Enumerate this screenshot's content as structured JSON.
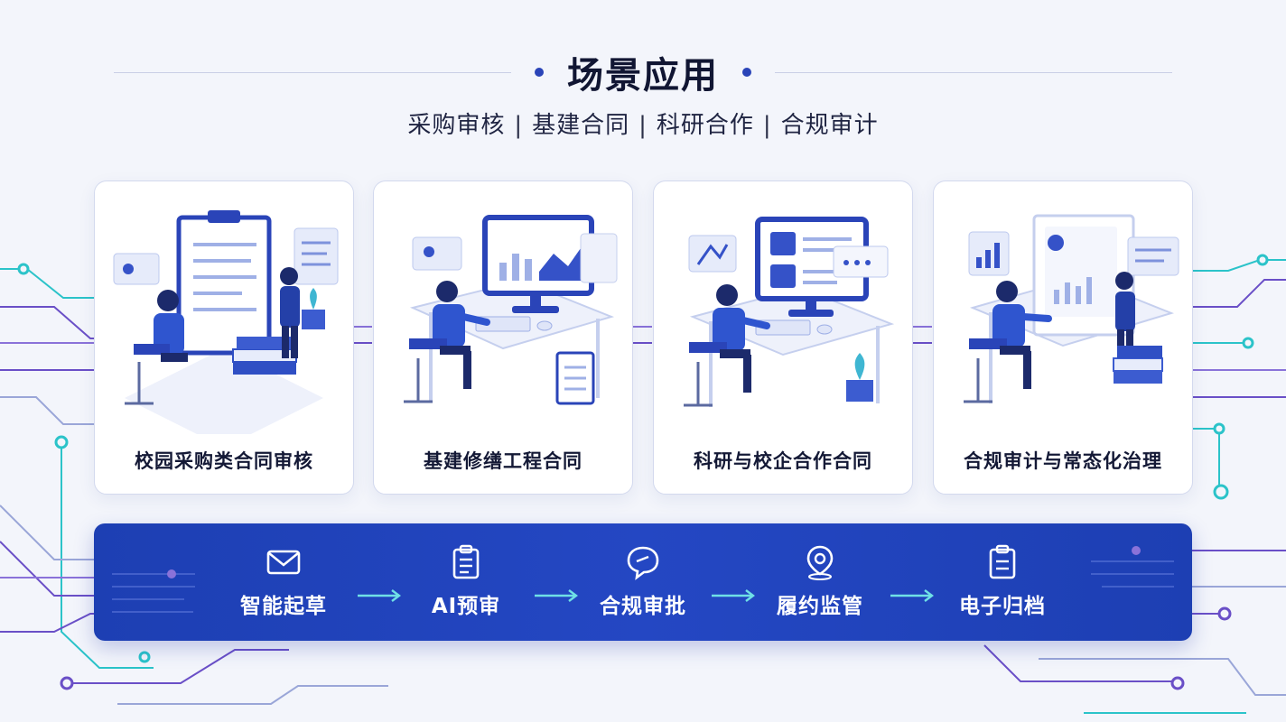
{
  "header": {
    "title": "场景应用",
    "subtitle_parts": [
      "采购审核",
      "基建合同",
      "科研合作",
      "合规审计"
    ],
    "separator": "|"
  },
  "cards": [
    {
      "label": "校园采购类合同审核",
      "icon": "procurement-review-illustration"
    },
    {
      "label": "基建修缮工程合同",
      "icon": "construction-contract-illustration"
    },
    {
      "label": "科研与校企合作合同",
      "icon": "research-cooperation-illustration"
    },
    {
      "label": "合规审计与常态化治理",
      "icon": "compliance-audit-illustration"
    }
  ],
  "flow": {
    "steps": [
      {
        "label": "智能起草",
        "icon": "envelope-icon"
      },
      {
        "label": "AI预审",
        "icon": "clipboard-list-icon"
      },
      {
        "label": "合规审批",
        "icon": "chat-check-icon"
      },
      {
        "label": "履约监管",
        "icon": "location-pin-icon"
      },
      {
        "label": "电子归档",
        "icon": "document-archive-icon"
      }
    ],
    "arrow_icon": "arrow-right-icon"
  },
  "colors": {
    "primary": "#2447c3",
    "accent_cyan": "#2bc3c9",
    "accent_purple": "#6a4fc7",
    "card_border": "#d3d9ee",
    "background": "#f3f5fb"
  }
}
